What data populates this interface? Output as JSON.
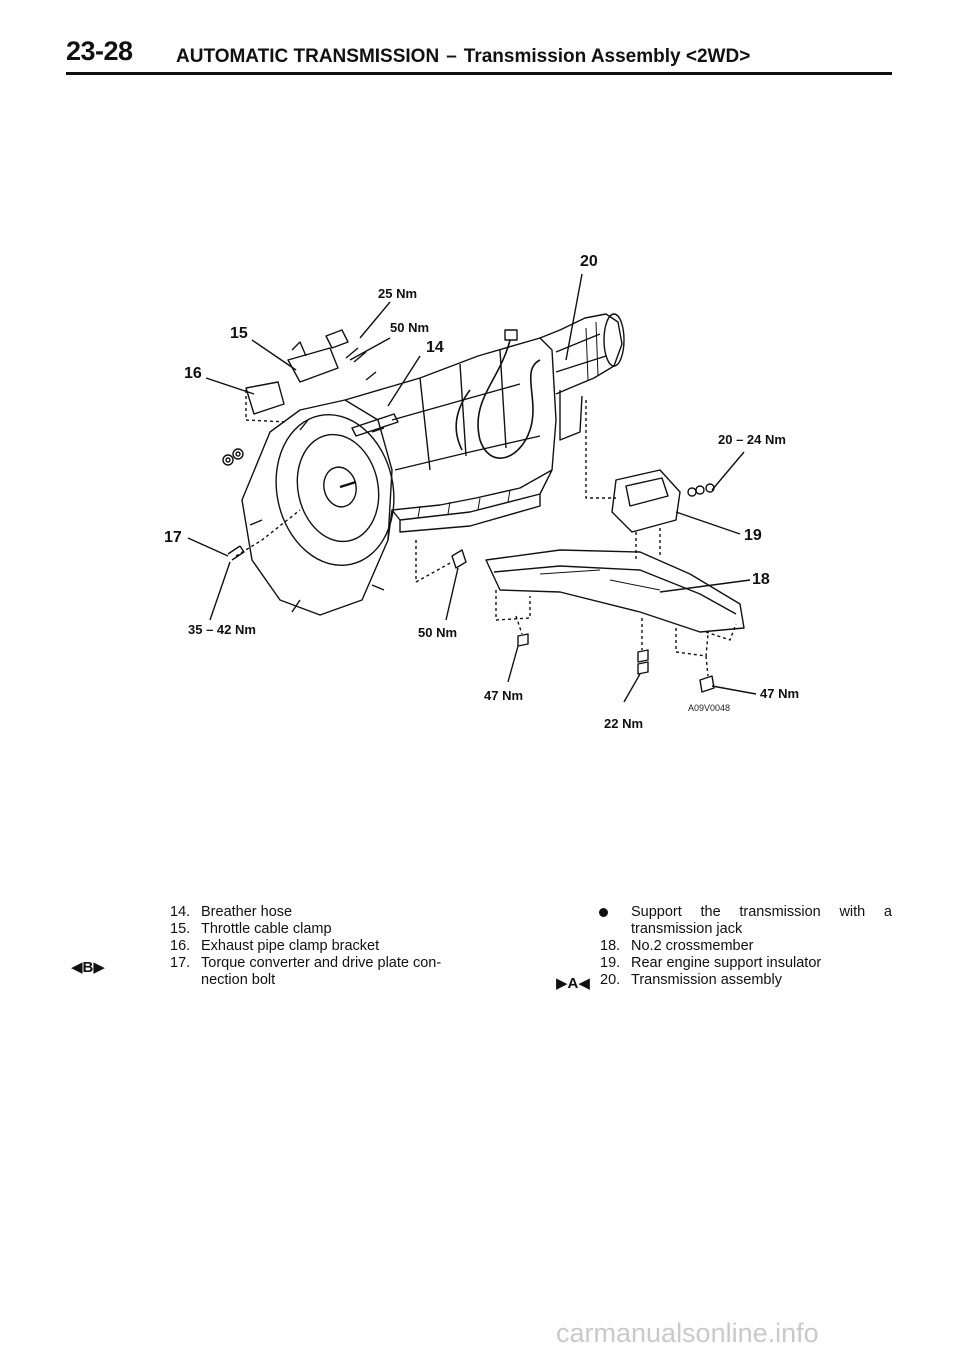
{
  "header": {
    "page_number": "23-28",
    "section": "AUTOMATIC TRANSMISSION",
    "dash": "–",
    "subsection": "Transmission Assembly <2WD>"
  },
  "diagram": {
    "code": "A09V0048",
    "callouts": [
      "14",
      "15",
      "16",
      "17",
      "18",
      "19",
      "20"
    ],
    "torques": [
      "25 Nm",
      "50 Nm",
      "20 – 24 Nm",
      "35 – 42 Nm",
      "50 Nm",
      "47 Nm",
      "47 Nm",
      "22 Nm"
    ]
  },
  "legend": {
    "left": [
      {
        "num": "14.",
        "text": "Breather hose"
      },
      {
        "num": "15.",
        "text": "Throttle cable clamp"
      },
      {
        "num": "16.",
        "text": "Exhaust pipe clamp bracket"
      },
      {
        "num": "17.",
        "text": "Torque converter and drive plate con-",
        "cont": "nection bolt"
      }
    ],
    "right": {
      "note1": "Support the transmission with a",
      "note2": "transmission jack",
      "items": [
        {
          "num": "18.",
          "text": "No.2 crossmember"
        },
        {
          "num": "19.",
          "text": "Rear engine support insulator"
        },
        {
          "num": "20.",
          "text": "Transmission assembly"
        }
      ]
    }
  },
  "markers": {
    "b": "◀B▶",
    "a": "▶A◀"
  },
  "footer": {
    "watermark": "carmanualsonline.info"
  }
}
